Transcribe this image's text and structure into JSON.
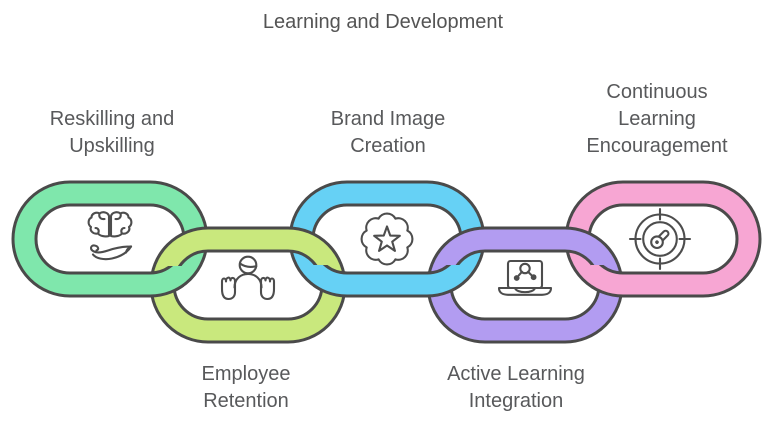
{
  "title": "Learning and Development",
  "colors": {
    "background": "#ffffff",
    "outline": "#4a4a4a",
    "icon_stroke": "#4d4d4d",
    "text": "#58595b"
  },
  "chain": {
    "items": [
      {
        "label": "Reskilling and\nUpskilling",
        "color": "#7fe7ac",
        "icon": "brain-in-hand-icon",
        "position": "upper",
        "label_position": "above"
      },
      {
        "label": "Employee\nRetention",
        "color": "#c9e87d",
        "icon": "person-cupped-hands-icon",
        "position": "lower",
        "label_position": "below"
      },
      {
        "label": "Brand Image\nCreation",
        "color": "#66d1f5",
        "icon": "badge-star-icon",
        "position": "upper",
        "label_position": "above"
      },
      {
        "label": "Active Learning\nIntegration",
        "color": "#b29cf1",
        "icon": "laptop-share-network-icon",
        "position": "lower",
        "label_position": "below"
      },
      {
        "label": "Continuous\nLearning\nEncouragement",
        "color": "#f7a6d3",
        "icon": "gauge-target-icon",
        "position": "upper",
        "label_position": "above"
      }
    ]
  }
}
